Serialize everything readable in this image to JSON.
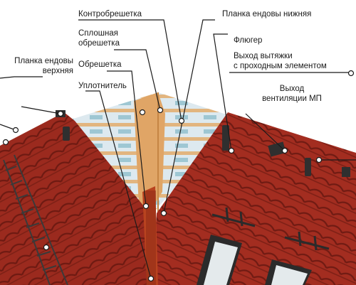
{
  "labels": {
    "kontrobreshetka": "Контробрешетка",
    "planka_endovy_nizhnyaya": "Планка ендовы нижняя",
    "sploshnaya_line1": "Сплошная",
    "sploshnaya_line2": "обрешетка",
    "fluger": "Флюгер",
    "planka_endovy_verhnyaya_line1": "Планка ендовы",
    "planka_endovy_verhnyaya_line2": "верхняя",
    "vyhod_vytyazhki_line1": "Выход вытяжки",
    "vyhod_vytyazhki_line2": "с проходным элементом",
    "obreshetka": "Обрешетка",
    "uplotnitel": "Уплотнитель",
    "vyhod_ventilyacii_line1": "Выход",
    "vyhod_ventilyacii_line2": "вентиляции МП"
  },
  "colors": {
    "roof_tile": "#9b2a1e",
    "roof_tile_dark": "#6e1a12",
    "wood_batten": "#e2b57f",
    "membrane": "#d9e7ee",
    "valley": "#b8431f",
    "leader": "#1a1a1a",
    "text": "#1a1a1a"
  },
  "icons": [
    "ladder-icon",
    "weather-vane-icon",
    "ventilation-outlet-icon",
    "snow-guard-icon",
    "roof-window-icon"
  ]
}
